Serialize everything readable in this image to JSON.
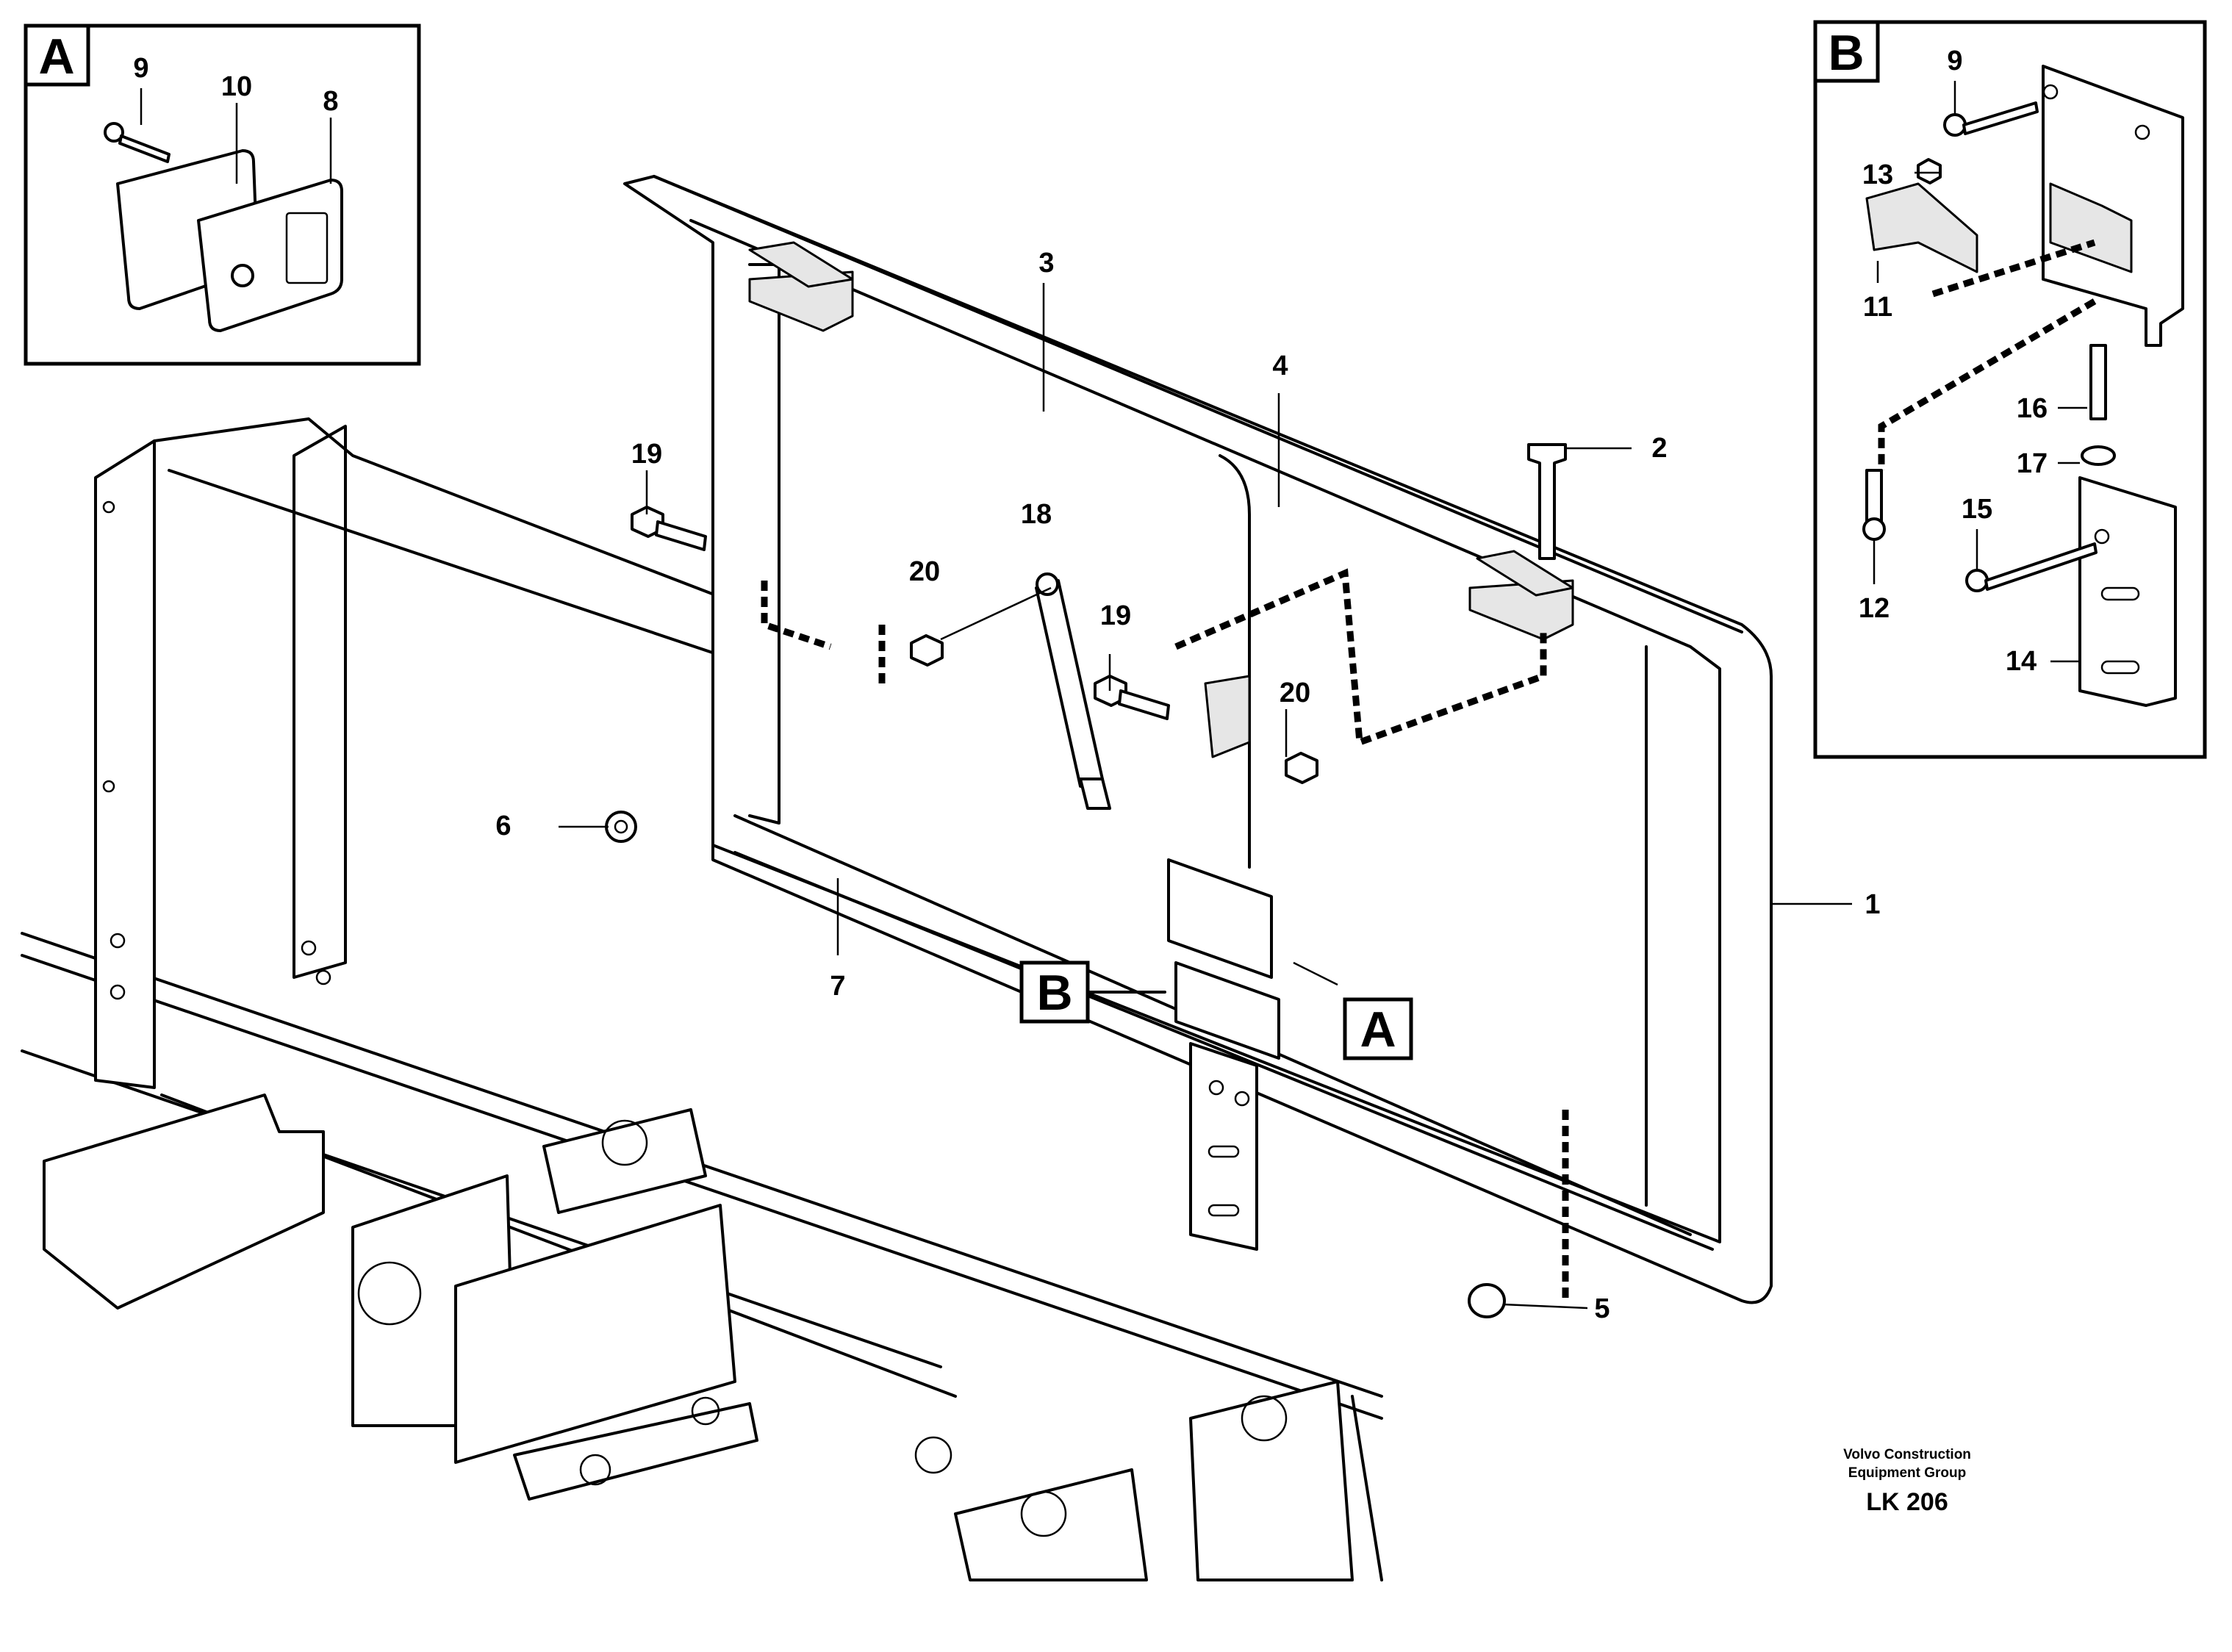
{
  "callouts": {
    "c1": "1",
    "c2": "2",
    "c3": "3",
    "c4": "4",
    "c5": "5",
    "c6": "6",
    "c7": "7",
    "c18": "18",
    "c19a": "19",
    "c19b": "19",
    "c20a": "20",
    "c20b": "20"
  },
  "detail_a": {
    "letter": "A",
    "callouts": {
      "c9": "9",
      "c10": "10",
      "c8": "8"
    }
  },
  "detail_b": {
    "letter": "B",
    "callouts": {
      "c9": "9",
      "c13": "13",
      "c11": "11",
      "c16": "16",
      "c17": "17",
      "c15": "15",
      "c12": "12",
      "c14": "14"
    }
  },
  "ref_labels": {
    "a": "A",
    "b": "B"
  },
  "footer": {
    "line1": "Volvo Construction",
    "line2": "Equipment Group",
    "code": "LK 206"
  }
}
